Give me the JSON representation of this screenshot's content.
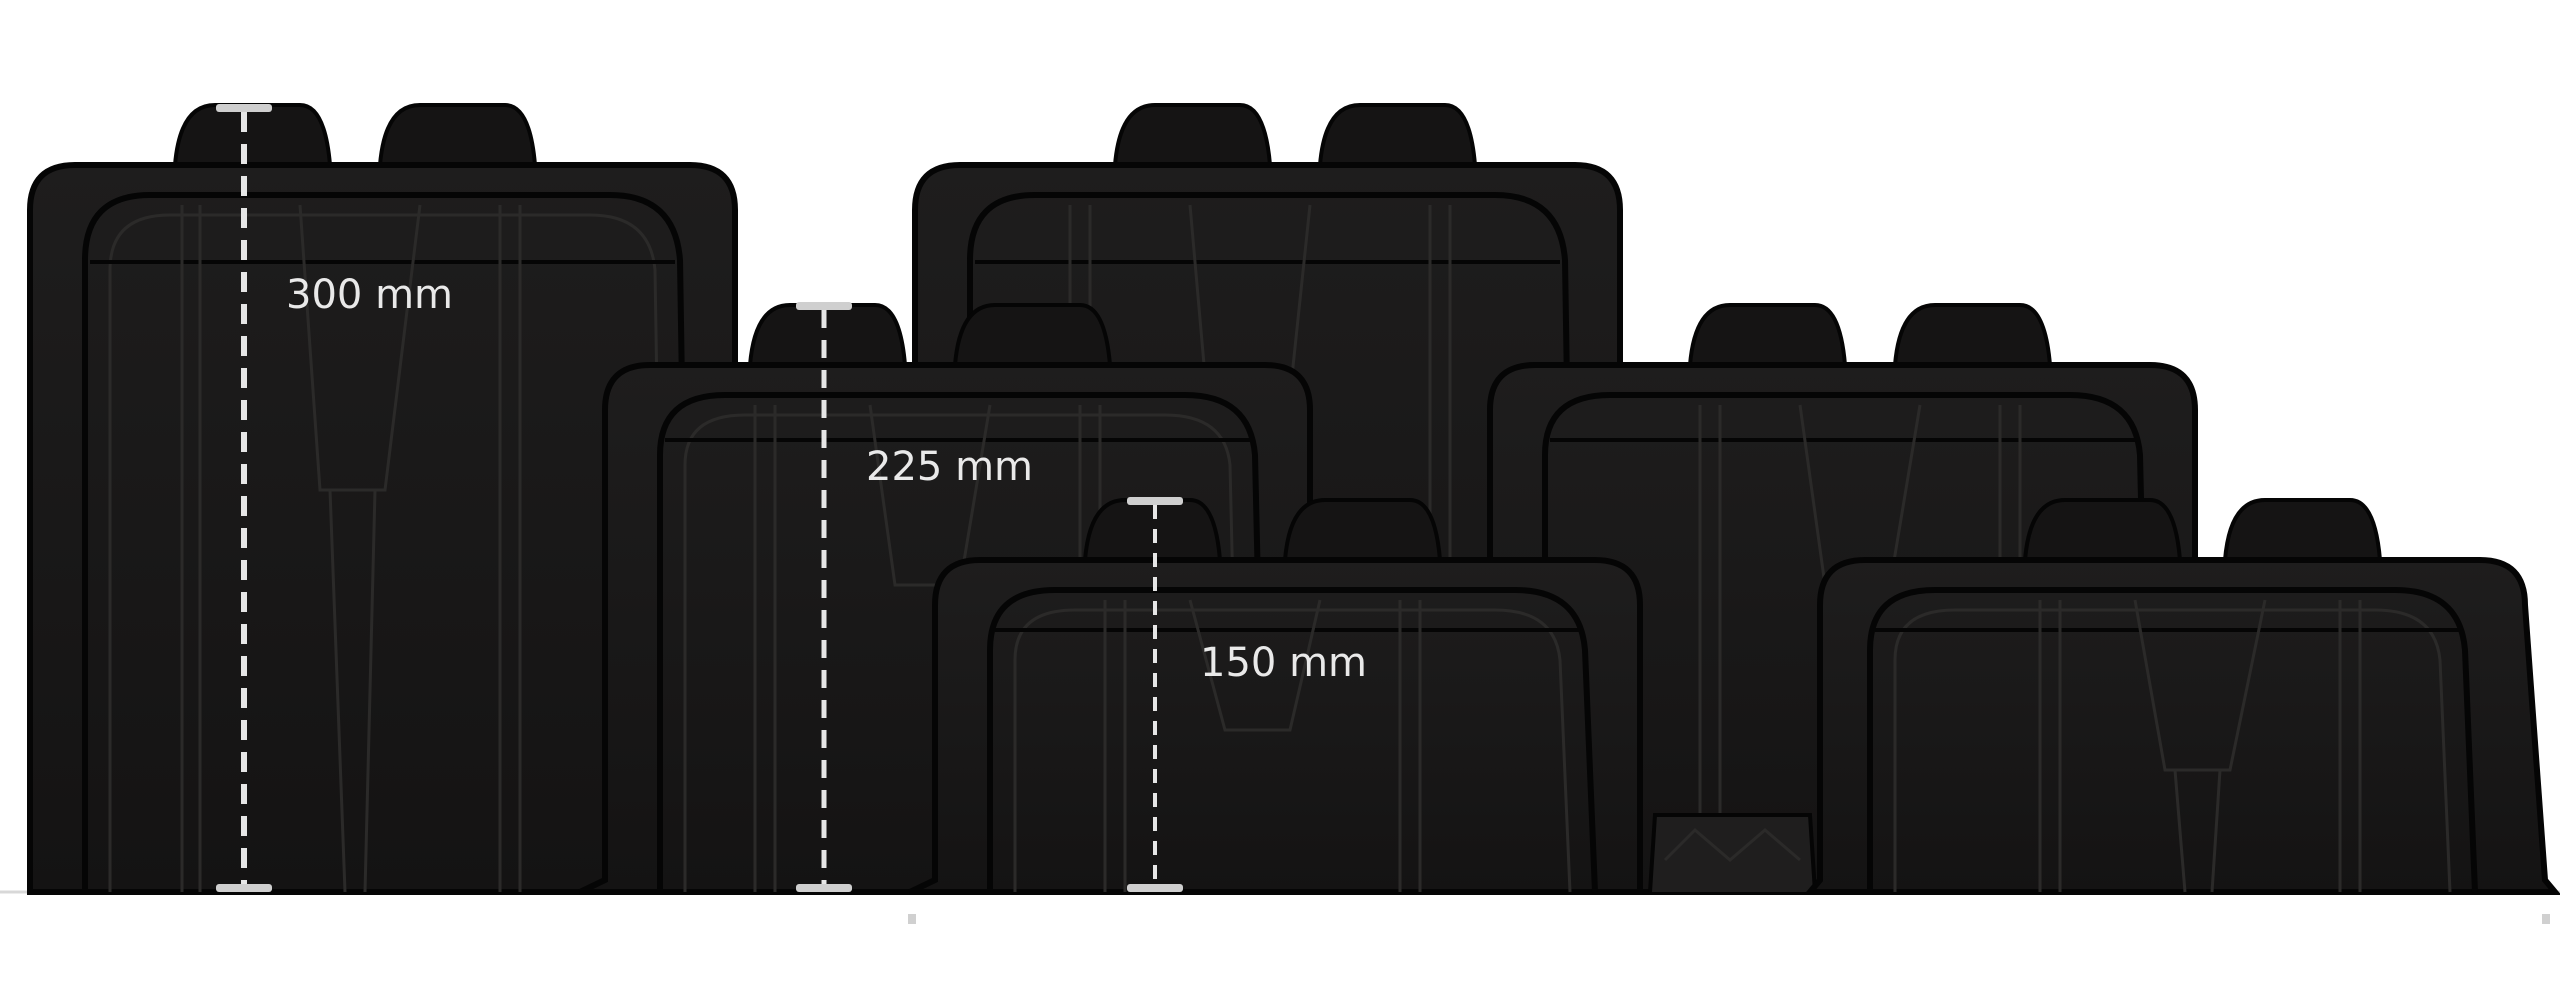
{
  "colors": {
    "background": "#ffffff",
    "unit_fill": "#1b1a1a",
    "unit_outline": "#050505",
    "inner_line": "#2b2a29",
    "dimension_line": "#e6e6e6",
    "label_text": "#e9e9e9",
    "base_line": "#d6d6d6"
  },
  "dimensions": {
    "tall": {
      "label": "300 mm"
    },
    "medium": {
      "label": "225 mm"
    },
    "short": {
      "label": "150 mm"
    }
  }
}
